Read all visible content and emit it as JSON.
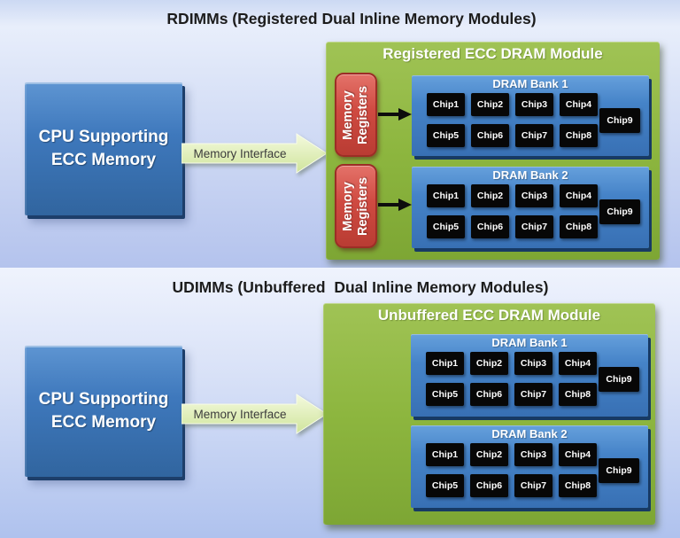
{
  "colors": {
    "panel_bg_top": "#e9effb",
    "panel_bg_bottom": "#b2c2ec",
    "cpu_blue": "#3b74b8",
    "module_green": "#8db63f",
    "bank_blue": "#3d7ac0",
    "register_red": "#cf4a41",
    "bus_arrow_green": "#e3f1ba",
    "chip_black": "#070707",
    "title_text": "#1c1c1c"
  },
  "panels": [
    {
      "title": "RDIMMs (Registered Dual Inline Memory Modules)",
      "cpu": {
        "line1": "CPU Supporting",
        "line2": "ECC Memory"
      },
      "bus_label": "Memory Interface",
      "module": {
        "title": "Registered ECC DRAM Module",
        "registers": [
          {
            "line1": "Memory",
            "line2": "Registers"
          },
          {
            "line1": "Memory",
            "line2": "Registers"
          }
        ],
        "banks": [
          {
            "title": "DRAM Bank 1",
            "row1": [
              "Chip1",
              "Chip2",
              "Chip3",
              "Chip4"
            ],
            "row2": [
              "Chip5",
              "Chip6",
              "Chip7",
              "Chip8"
            ],
            "side": "Chip9"
          },
          {
            "title": "DRAM Bank 2",
            "row1": [
              "Chip1",
              "Chip2",
              "Chip3",
              "Chip4"
            ],
            "row2": [
              "Chip5",
              "Chip6",
              "Chip7",
              "Chip8"
            ],
            "side": "Chip9"
          }
        ]
      }
    },
    {
      "title": "UDIMMs (Unbuffered  Dual Inline Memory Modules)",
      "cpu": {
        "line1": "CPU Supporting",
        "line2": "ECC Memory"
      },
      "bus_label": "Memory Interface",
      "module": {
        "title": "Unbuffered ECC DRAM Module",
        "banks": [
          {
            "title": "DRAM Bank 1",
            "row1": [
              "Chip1",
              "Chip2",
              "Chip3",
              "Chip4"
            ],
            "row2": [
              "Chip5",
              "Chip6",
              "Chip7",
              "Chip8"
            ],
            "side": "Chip9"
          },
          {
            "title": "DRAM Bank 2",
            "row1": [
              "Chip1",
              "Chip2",
              "Chip3",
              "Chip4"
            ],
            "row2": [
              "Chip5",
              "Chip6",
              "Chip7",
              "Chip8"
            ],
            "side": "Chip9"
          }
        ]
      }
    }
  ]
}
